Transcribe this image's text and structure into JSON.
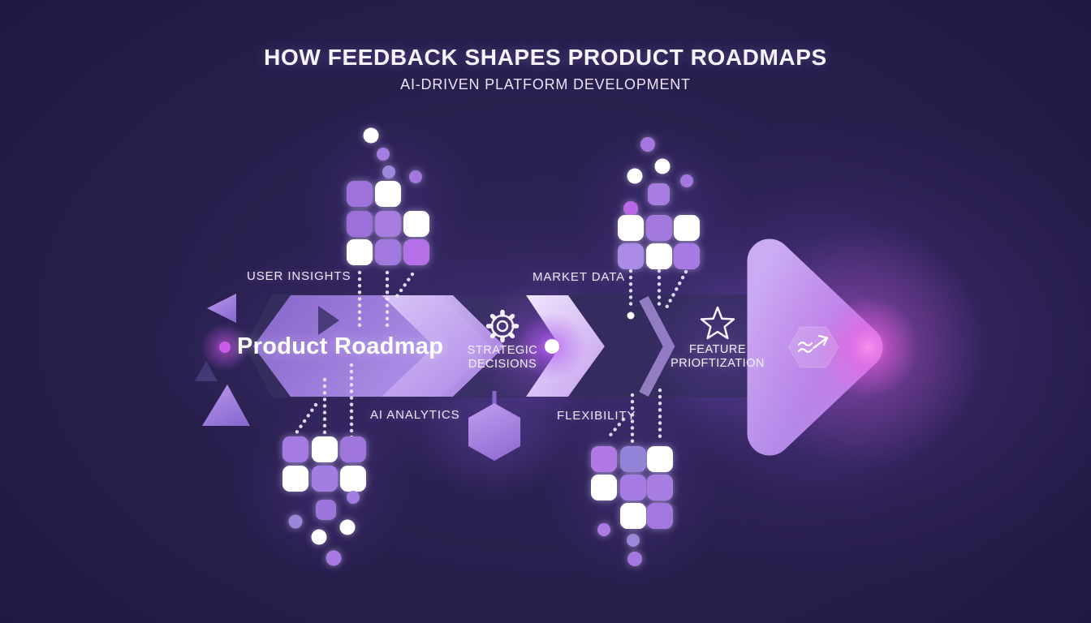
{
  "header": {
    "title": "HOW FEEDBACK SHAPES PRODUCT ROADMAPS",
    "subtitle": "AI-DRIVEN PLATFORM DEVELOPMENT"
  },
  "flow": {
    "start_label": "Product Roadmap",
    "strategic": {
      "line1": "STRATEGIC",
      "line2": "DECISIONS"
    },
    "feature": {
      "line1": "FEATURE",
      "line2": "PRIOFTIZATION"
    }
  },
  "input_labels": {
    "top_left": "USER INSIGHTS",
    "top_right": "MARKET DATA",
    "bottom_left": "AI ANALYTICS",
    "bottom_right": "FLEXIBILITY"
  },
  "icons": {
    "strategic": "gear-icon",
    "feature": "star-icon",
    "outcome": "trend-arrow-icon"
  },
  "colors": {
    "background": "#241c48",
    "band_dark": "#372e60",
    "chevron_light": "#a787e4",
    "chevron_bright": "#e3d4f9",
    "arrow_body": "#bb92ee",
    "accent_magenta": "#cb5ce8",
    "glow_pink": "#f06ae0",
    "dot_white": "#ffffff",
    "text": "#f2eefb"
  }
}
